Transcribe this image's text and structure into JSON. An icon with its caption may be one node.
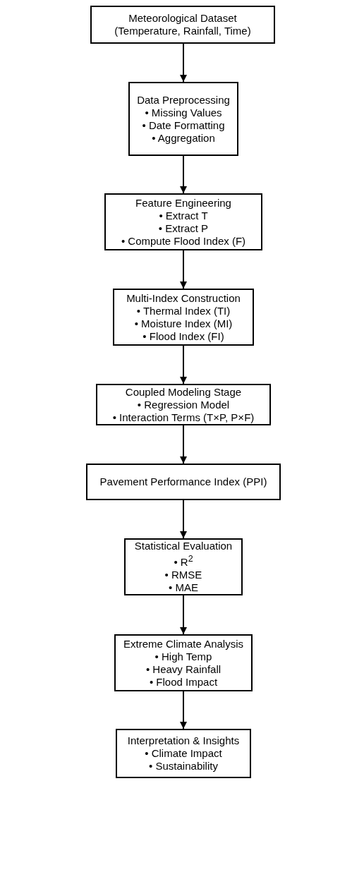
{
  "diagram": {
    "nodes": [
      {
        "text": [
          "Meteorological Dataset",
          "(Temperature, Rainfall, Time)"
        ]
      },
      {
        "text": [
          "Data Preprocessing",
          "• Missing Values",
          "• Date Formatting",
          "• Aggregation"
        ]
      },
      {
        "text": [
          "Feature Engineering",
          "• Extract T",
          "• Extract P",
          "• Compute Flood Index (F)"
        ]
      },
      {
        "text": [
          "Multi-Index Construction",
          "• Thermal Index (TI)",
          "• Moisture Index (MI)",
          "• Flood Index (FI)"
        ]
      },
      {
        "text": [
          "Coupled Modeling Stage",
          "• Regression Model",
          "• Interaction Terms (T×P, P×F)"
        ]
      },
      {
        "text": [
          "Pavement Performance Index (PPI)"
        ]
      },
      {
        "text": [
          "Statistical Evaluation",
          "• R$^{2}$",
          "• RMSE",
          "• MAE"
        ]
      },
      {
        "text": [
          "Extreme Climate Analysis",
          "• High Temp",
          "• Heavy Rainfall",
          "• Flood Impact"
        ]
      },
      {
        "text": [
          "Interpretation & Insights",
          "• Climate Impact",
          "• Sustainability"
        ]
      }
    ],
    "edges": [
      {
        "from": 0,
        "to": 1,
        "arrow": "to"
      },
      {
        "from": 1,
        "to": 2,
        "arrow": "to"
      },
      {
        "from": 2,
        "to": 3,
        "arrow": "to"
      },
      {
        "from": 3,
        "to": 4,
        "arrow": "to"
      },
      {
        "from": 4,
        "to": 5,
        "arrow": "to"
      },
      {
        "from": 5,
        "to": 6,
        "arrow": "to"
      },
      {
        "from": 6,
        "to": 7,
        "arrow": "to"
      },
      {
        "from": 7,
        "to": 8,
        "arrow": "to"
      }
    ]
  }
}
